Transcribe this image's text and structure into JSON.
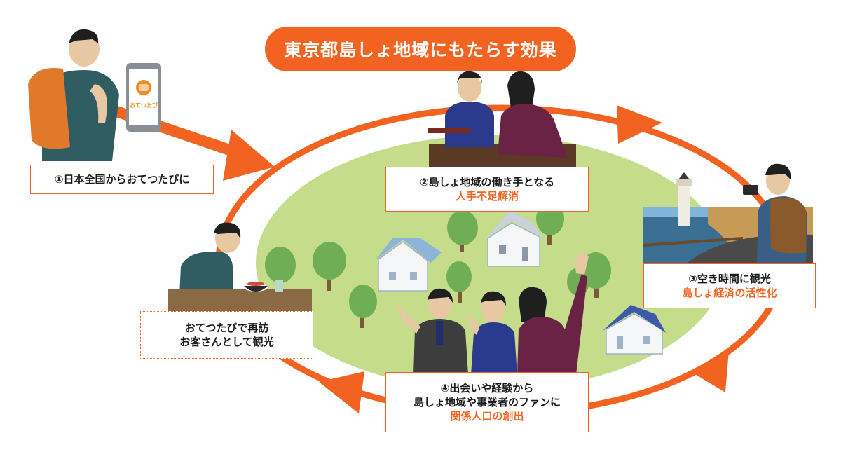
{
  "title": "東京都島しょ地域にもたらす効果",
  "app_label": "おてつたび",
  "steps": {
    "step1": {
      "text": "①日本全国からおてつたびに"
    },
    "step2": {
      "text": "②島しょ地域の働き手となる",
      "highlight": "人手不足解消"
    },
    "step3": {
      "text": "③空き時間に観光",
      "highlight": "島しょ経済の活性化"
    },
    "step4": {
      "line1": "④出会いや経験から",
      "line2": "島しょ地域や事業者のファンに",
      "highlight": "関係人口の創出"
    },
    "revisit": {
      "line1": "おてつたびで再訪",
      "line2": "お客さんとして観光"
    }
  },
  "colors": {
    "accent": "#f26322",
    "island": "#c5dc8a",
    "tree": "#6fae55",
    "text": "#1a1a1a"
  }
}
